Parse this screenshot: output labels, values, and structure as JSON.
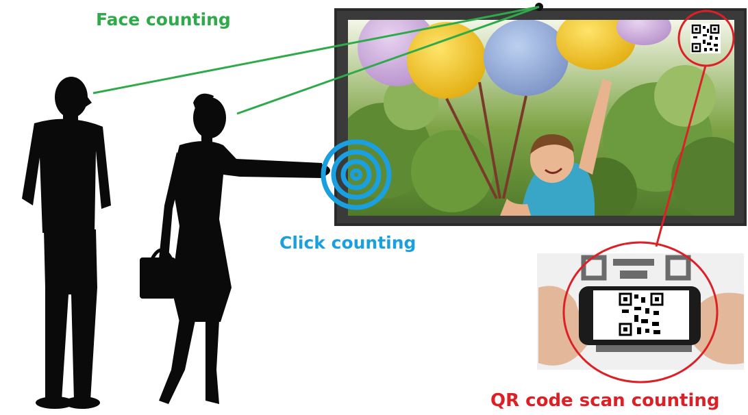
{
  "labels": {
    "face_counting": "Face counting",
    "click_counting": "Click counting",
    "qr_counting": "QR code scan counting"
  },
  "colors": {
    "face": "#2eaa4a",
    "click": "#1a9fe0",
    "qr": "#dd1f26",
    "silhouette": "#0a0a0a",
    "screen_frame": "#2b2b2b",
    "sky": "#e9f1dc",
    "foliage": "#4b7a2c",
    "balloon_yellow": "#f2c421",
    "balloon_blue": "#8fa9d6",
    "balloon_purple": "#c9a8d8",
    "boy_shirt": "#3aa6c7"
  },
  "icons": [
    "man-silhouette",
    "woman-silhouette",
    "handbag-icon",
    "camera-dot-icon",
    "touch-ripple-icon",
    "qr-code-icon",
    "smartphone-icon"
  ]
}
